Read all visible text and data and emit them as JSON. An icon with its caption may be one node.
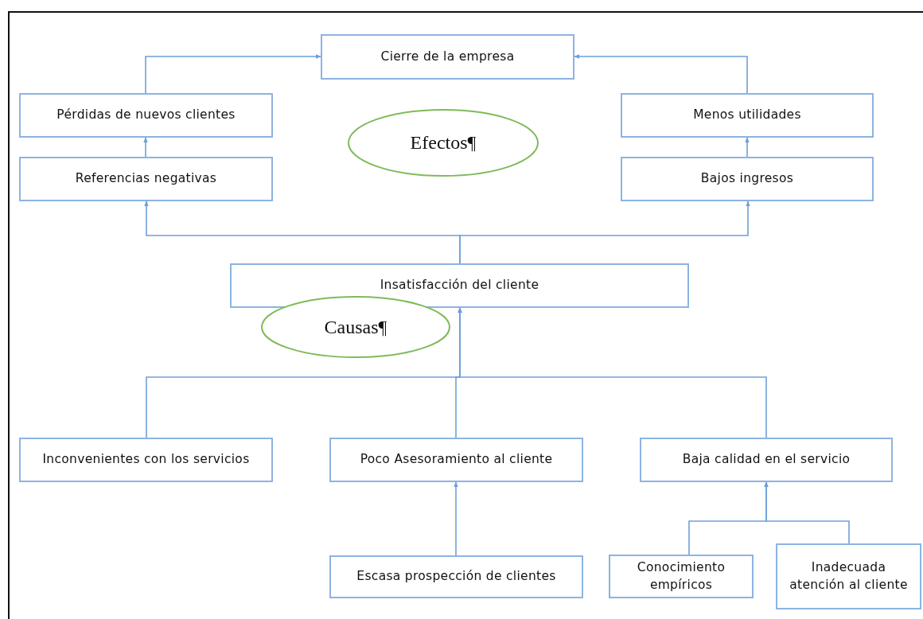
{
  "diagram": {
    "nodes": [
      {
        "text": [
          "Cierre de la empresa"
        ]
      },
      {
        "text": [
          "Pérdidas de nuevos clientes"
        ]
      },
      {
        "text": [
          "Efectos¶"
        ]
      },
      {
        "text": [
          "Menos utilidades"
        ]
      },
      {
        "text": [
          "Referencias negativas"
        ]
      },
      {
        "text": [
          "Bajos ingresos"
        ]
      },
      {
        "text": [
          "Insatisfacción del cliente"
        ]
      },
      {
        "text": [
          "Causas¶"
        ]
      },
      {
        "text": [
          "Inconvenientes con los servicios"
        ]
      },
      {
        "text": [
          "Poco Asesoramiento al cliente"
        ]
      },
      {
        "text": [
          "Baja calidad en el servicio"
        ]
      },
      {
        "text": [
          "Escasa prospección de clientes"
        ]
      },
      {
        "text": [
          "Conocimiento empíricos"
        ]
      },
      {
        "text": [
          "Inadecuada atención al cliente"
        ]
      }
    ],
    "edges": [
      {
        "from": 1,
        "to": 0,
        "arrow": "to"
      },
      {
        "from": 3,
        "to": 0,
        "arrow": "to"
      },
      {
        "from": 4,
        "to": 1,
        "arrow": "to"
      },
      {
        "from": 5,
        "to": 3,
        "arrow": "to"
      },
      {
        "from": 6,
        "to": 4,
        "arrow": "to"
      },
      {
        "from": 6,
        "to": 5,
        "arrow": "to"
      },
      {
        "from": 8,
        "to": 6,
        "arrow": "to"
      },
      {
        "from": 9,
        "to": 6,
        "arrow": "to"
      },
      {
        "from": 10,
        "to": 6,
        "arrow": "to"
      },
      {
        "from": 11,
        "to": 9,
        "arrow": "to"
      },
      {
        "from": 12,
        "to": 10,
        "arrow": "to"
      },
      {
        "from": 13,
        "to": 10,
        "arrow": "to"
      }
    ]
  }
}
